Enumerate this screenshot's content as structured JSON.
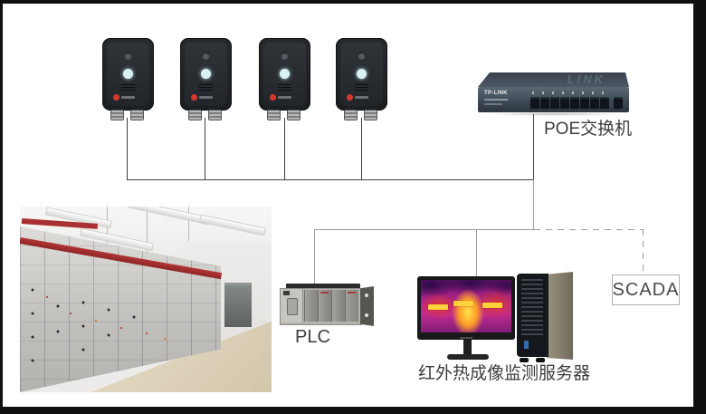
{
  "diagram": {
    "labels": {
      "poe_switch": "POE交换机",
      "plc": "PLC",
      "monitoring_server": "红外热成像监测服务器",
      "scada": "SCADA"
    },
    "poe_switch": {
      "brand": "TP-LINK",
      "brand_embossed": "LINK",
      "port_count": 8
    },
    "sensors": {
      "count": 4,
      "description": "infrared-thermal-sensor"
    },
    "colors": {
      "frame_border": "#101010",
      "solid_line": "#3f3f3f",
      "secondary_line": "#9c9c9c",
      "label_text": "#3d3d3d",
      "sensor_led": "#d9f1f2",
      "sensor_logo": "#d6392c",
      "thermal_hot": "#ff9e27",
      "thermal_background": "#b52390",
      "cabinet_stripe": "#b23434"
    }
  }
}
